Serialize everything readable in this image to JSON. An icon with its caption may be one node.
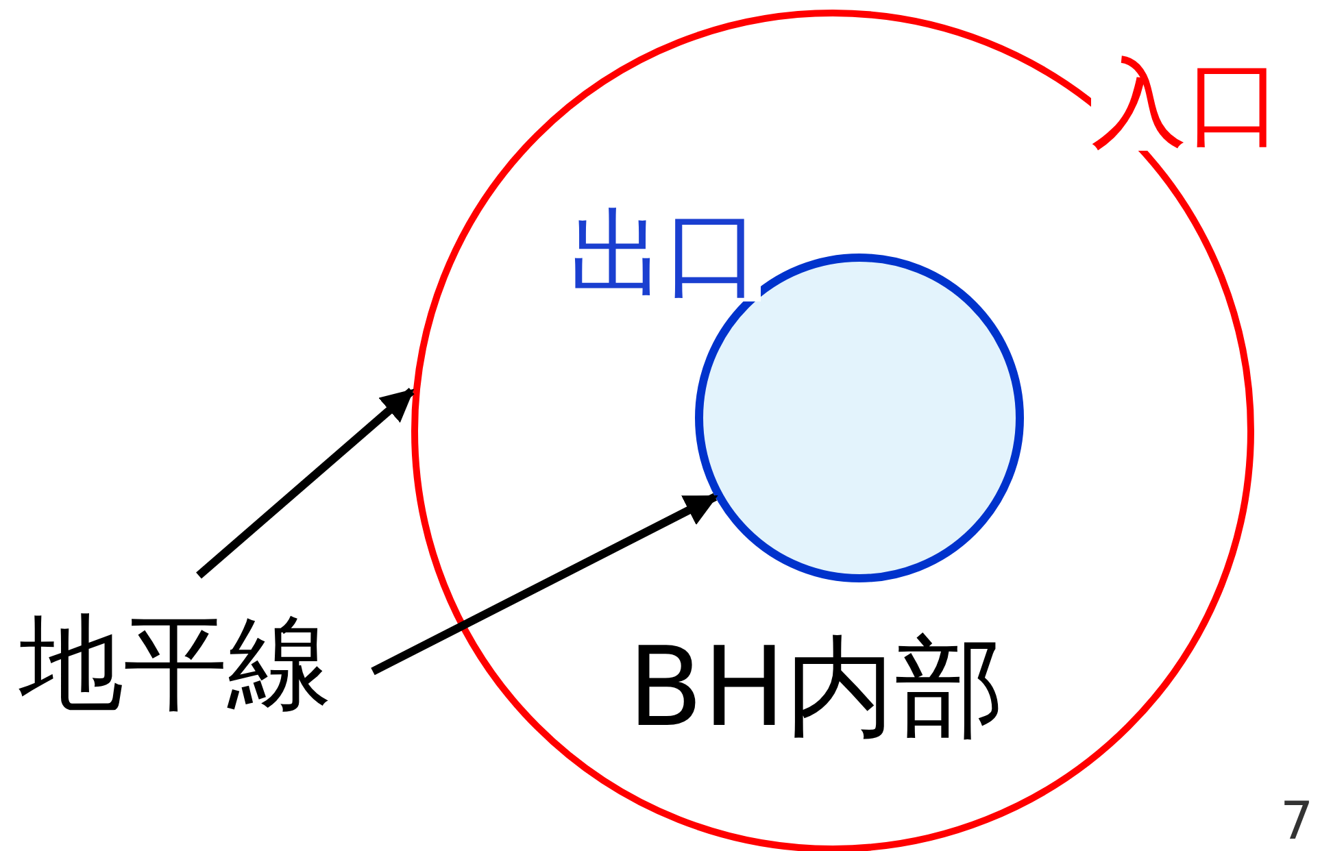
{
  "diagram": {
    "nodes": [
      {
        "text": [
          "BH内部"
        ],
        "beside": [
          "入口"
        ]
      },
      {
        "text": [],
        "shape": "circle",
        "in": 0,
        "beside": [
          "出口"
        ]
      },
      {
        "text": [
          "地平線"
        ]
      }
    ],
    "edges": [
      {
        "from": 2,
        "to": 0,
        "arrow": "to"
      },
      {
        "from": 2,
        "to": 1,
        "arrow": "to"
      }
    ],
    "labels": [
      "7"
    ]
  }
}
